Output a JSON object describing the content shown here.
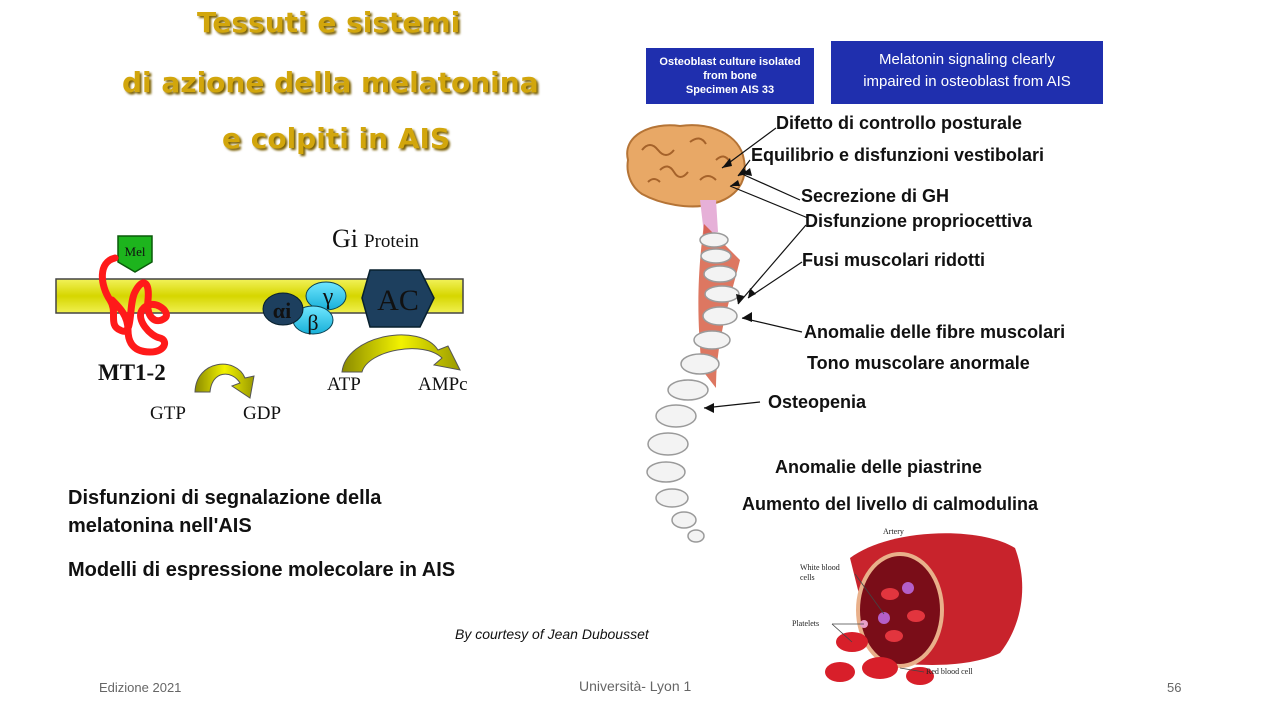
{
  "title": {
    "line1": "Tessuti e sistemi",
    "line2": "di azione della melatonina",
    "line3": "e colpiti in AIS"
  },
  "boxes": {
    "culture_line1": "Osteoblast culture isolated",
    "culture_line2": "from bone",
    "culture_line3": "Specimen AIS 33",
    "signal_line1": "Melatonin signaling clearly",
    "signal_line2": "impaired in osteoblast from AIS"
  },
  "receptor": {
    "mel": "Mel",
    "gi": "Gi",
    "protein": "Protein",
    "gamma": "γ",
    "alpha_i": "αi",
    "beta": "β",
    "ac": "AC",
    "mt": "MT1-2",
    "atp": "ATP",
    "ampc": "AMPc",
    "gtp": "GTP",
    "gdp": "GDP"
  },
  "labels": {
    "l1": "Difetto di controllo posturale",
    "l2": "Equilibrio e disfunzioni vestibolari",
    "l3": "Secrezione di GH",
    "l4": "Disfunzione propriocettiva",
    "l5": "Fusi muscolari ridotti",
    "l6": "Anomalie delle fibre muscolari",
    "l7": "Tono muscolare anormale",
    "l8": "Osteopenia",
    "l9": "Anomalie delle piastrine",
    "l10": "Aumento del livello di calmodulina"
  },
  "blood": {
    "artery": "Artery",
    "wbc1": "White blood",
    "wbc2": "cells",
    "platelets": "Platelets",
    "rbc": "Red blood cell"
  },
  "bullets": {
    "b1": "Disfunzioni di segnalazione della melatonina nell'AIS",
    "b2": "Modelli di espressione molecolare in AIS"
  },
  "courtesy": "By courtesy of  Jean Dubousset",
  "footer": {
    "left": "Edizione 2021",
    "center": "Università- Lyon 1",
    "page": "56"
  },
  "colors": {
    "title_gold": "#d2a60c",
    "box_blue": "#1f2fae",
    "membrane": "#e6e61e",
    "receptor_red": "#ff1a1a"
  }
}
